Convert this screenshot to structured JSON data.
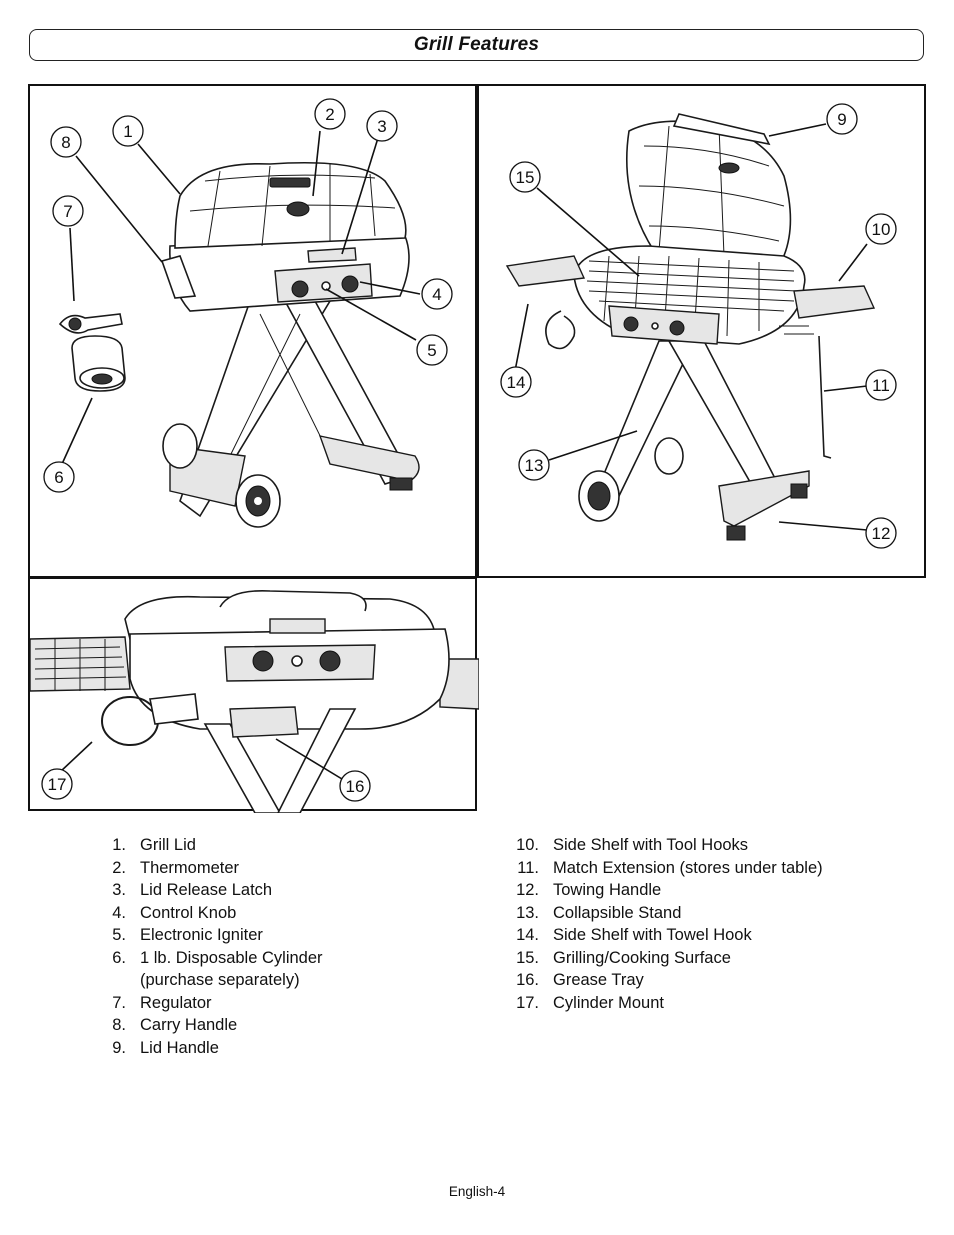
{
  "header": {
    "title": "Grill Features"
  },
  "callouts": {
    "c1": "1",
    "c2": "2",
    "c3": "3",
    "c4": "4",
    "c5": "5",
    "c6": "6",
    "c7": "7",
    "c8": "8",
    "c9": "9",
    "c10": "10",
    "c11": "11",
    "c12": "12",
    "c13": "13",
    "c14": "14",
    "c15": "15",
    "c16": "16",
    "c17": "17"
  },
  "features_left": [
    {
      "num": "1.",
      "text": "Grill Lid"
    },
    {
      "num": "2.",
      "text": "Thermometer"
    },
    {
      "num": "3.",
      "text": "Lid Release Latch"
    },
    {
      "num": "4.",
      "text": "Control Knob"
    },
    {
      "num": "5.",
      "text": "Electronic Igniter"
    },
    {
      "num": "6.",
      "text": "1 lb. Disposable Cylinder"
    },
    {
      "num": "",
      "text": "(purchase separately)"
    },
    {
      "num": "7.",
      "text": "Regulator"
    },
    {
      "num": "8.",
      "text": "Carry Handle"
    },
    {
      "num": "9.",
      "text": "Lid Handle"
    }
  ],
  "features_right": [
    {
      "num": "10.",
      "text": "Side Shelf with Tool Hooks"
    },
    {
      "num": "11.",
      "text": "Match Extension (stores under table)"
    },
    {
      "num": "12.",
      "text": "Towing Handle"
    },
    {
      "num": "13.",
      "text": "Collapsible Stand"
    },
    {
      "num": "14.",
      "text": "Side Shelf with Towel Hook"
    },
    {
      "num": "15.",
      "text": "Grilling/Cooking Surface"
    },
    {
      "num": "16.",
      "text": "Grease Tray"
    },
    {
      "num": "17.",
      "text": "Cylinder Mount"
    }
  ],
  "footer": {
    "page_label": "English-4"
  }
}
